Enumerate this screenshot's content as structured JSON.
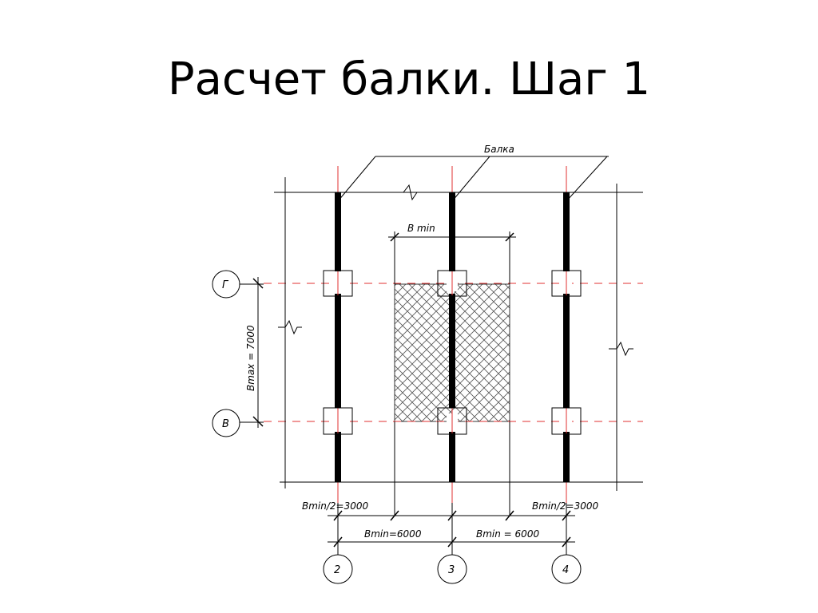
{
  "slide": {
    "title": "Расчет балки. Шаг 1"
  },
  "drawing": {
    "beam_label": "Балка",
    "bmin_label": "B min",
    "bmax_label": "Bmax = 7000",
    "half_left_label": "Bmin/2=3000",
    "half_right_label": "Bmin/2=3000",
    "span_left_label": "Bmin=6000",
    "span_right_label": "Bmin = 6000",
    "axes_rows": [
      "Г",
      "В"
    ],
    "axes_cols": [
      "2",
      "3",
      "4"
    ],
    "colors": {
      "axis_line": "#e03030",
      "beam": "#000000",
      "hatch": "#555555"
    }
  }
}
